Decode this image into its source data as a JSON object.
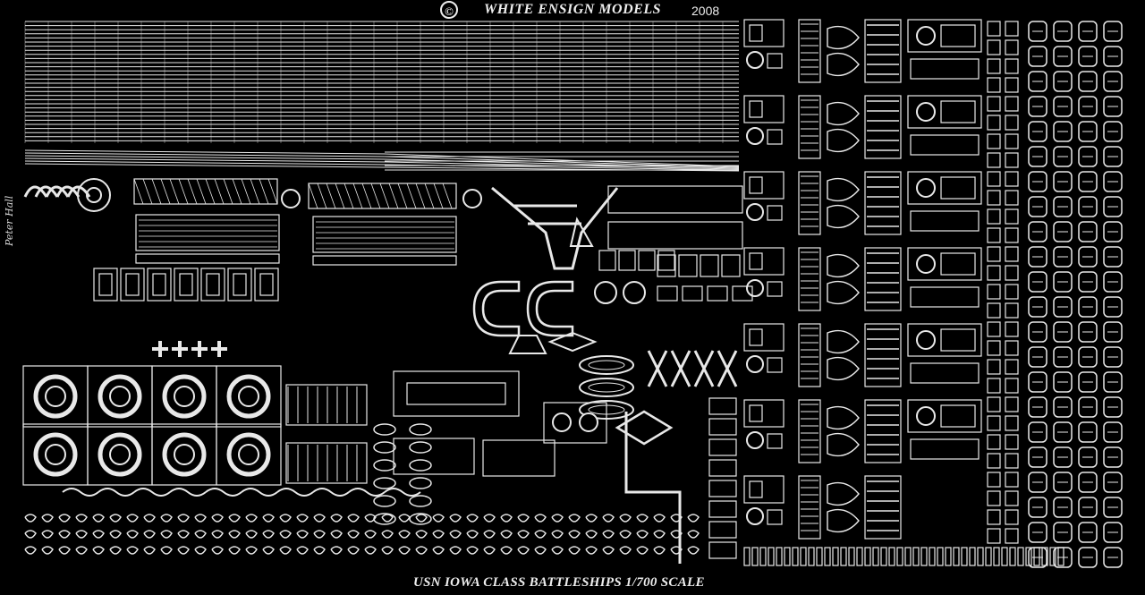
{
  "sheet": {
    "copyright_symbol": "©",
    "brand": "WHITE ENSIGN MODELS",
    "year": "2008",
    "footer": "USN IOWA CLASS BATTLESHIPS 1/700 SCALE",
    "signature": "Peter Hall"
  },
  "colors": {
    "background": "#000000",
    "metal": "#e8e8e8",
    "metal_shade": "#bdbdbd"
  }
}
